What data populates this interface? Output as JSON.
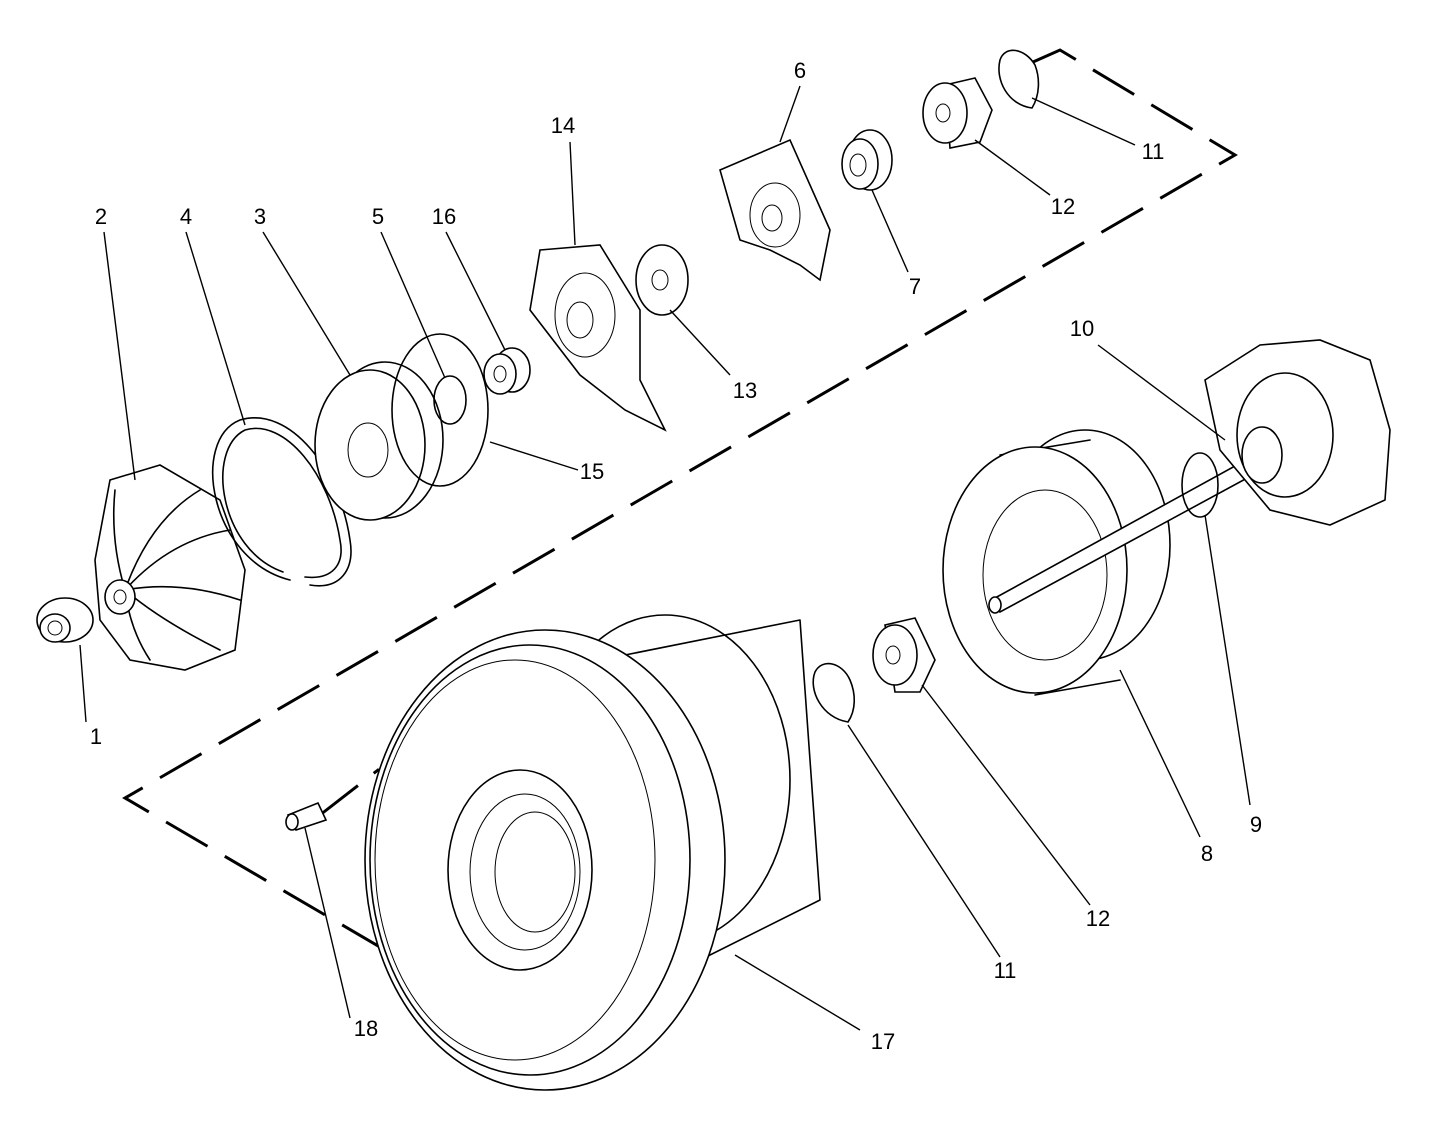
{
  "diagram": {
    "labels": [
      {
        "id": "p1",
        "text": "1"
      },
      {
        "id": "p2",
        "text": "2"
      },
      {
        "id": "p3",
        "text": "3"
      },
      {
        "id": "p4",
        "text": "4"
      },
      {
        "id": "p5",
        "text": "5"
      },
      {
        "id": "p6",
        "text": "6"
      },
      {
        "id": "p7",
        "text": "7"
      },
      {
        "id": "p8",
        "text": "8"
      },
      {
        "id": "p9",
        "text": "9"
      },
      {
        "id": "p10",
        "text": "10"
      },
      {
        "id": "p11a",
        "text": "11"
      },
      {
        "id": "p11b",
        "text": "11"
      },
      {
        "id": "p12a",
        "text": "12"
      },
      {
        "id": "p12b",
        "text": "12"
      },
      {
        "id": "p13",
        "text": "13"
      },
      {
        "id": "p14",
        "text": "14"
      },
      {
        "id": "p15",
        "text": "15"
      },
      {
        "id": "p16",
        "text": "16"
      },
      {
        "id": "p17",
        "text": "17"
      },
      {
        "id": "p18",
        "text": "18"
      }
    ]
  }
}
